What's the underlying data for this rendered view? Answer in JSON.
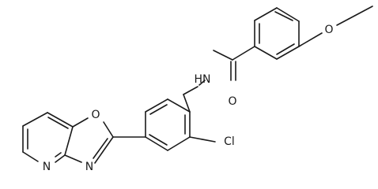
{
  "atoms": {
    "o_ether": "O",
    "nh": "HN",
    "o_carbonyl": "O",
    "cl": "Cl",
    "o_oxazole": "O",
    "n_oxazole": "N",
    "n_pyridine": "N"
  },
  "colors": {
    "bond": "#1a1a1a",
    "label": "#1a1a1a",
    "background": "#ffffff"
  }
}
